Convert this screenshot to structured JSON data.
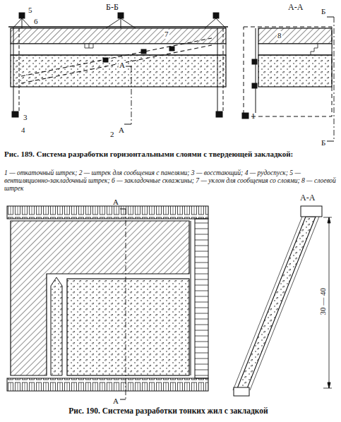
{
  "diagram": {
    "labels": [
      "Б-Б",
      "А-А",
      "5",
      "6",
      "7",
      "8",
      "А",
      "А",
      "3",
      "4",
      "2",
      "1",
      "Б",
      "Б",
      "Рис. 189. Система разработки горизонтальными слоями с твердеющей закладкой:",
      "1 — откаточный штрек; 2 — штрек для сообщения с панелями; 3 — восстающий; 4 — рудоспуск; 5 — вентиляционно-закладочный штрек; 6 — закладочные скважины; 7 — уклон для сообщения со слоями; 8 — слоевой штрек",
      "А",
      "А",
      "А-А",
      "30 — 40",
      "Рис. 190. Система разработки тонких жил с закладкой"
    ]
  }
}
